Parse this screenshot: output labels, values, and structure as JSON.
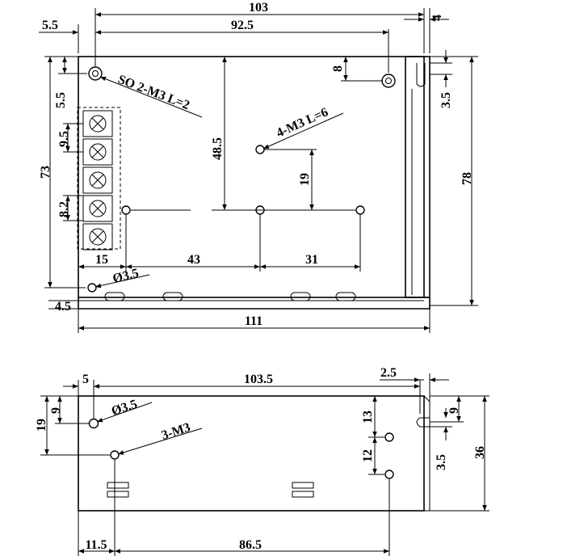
{
  "top_view": {
    "dims": {
      "d103": "103",
      "d4": "4",
      "d5_5_top": "5.5",
      "d92_5": "92.5",
      "d8": "8",
      "d5_5_left": "5.5",
      "d3_5_right": "3.5",
      "d9_5": "9.5",
      "d73": "73",
      "d48_5": "48.5",
      "d78": "78",
      "d19": "19",
      "d8_2": "8.2",
      "d15": "15",
      "d43": "43",
      "d31": "31",
      "d4_5": "4.5",
      "d111": "111"
    },
    "notes": {
      "so_label": "SO 2-M3  L=2",
      "m3_label": "4-M3  L=6",
      "hole_label": "Ø3.5"
    }
  },
  "side_view": {
    "dims": {
      "d5": "5",
      "d103_5": "103.5",
      "d2_5": "2.5",
      "d19": "19",
      "d9_left": "9",
      "d13": "13",
      "d9_right": "9",
      "d12": "12",
      "d3_5": "3.5",
      "d36": "36",
      "d11_5": "11.5",
      "d86_5": "86.5"
    },
    "notes": {
      "hole_label": "Ø3.5",
      "m3_label": "3-M3"
    }
  }
}
